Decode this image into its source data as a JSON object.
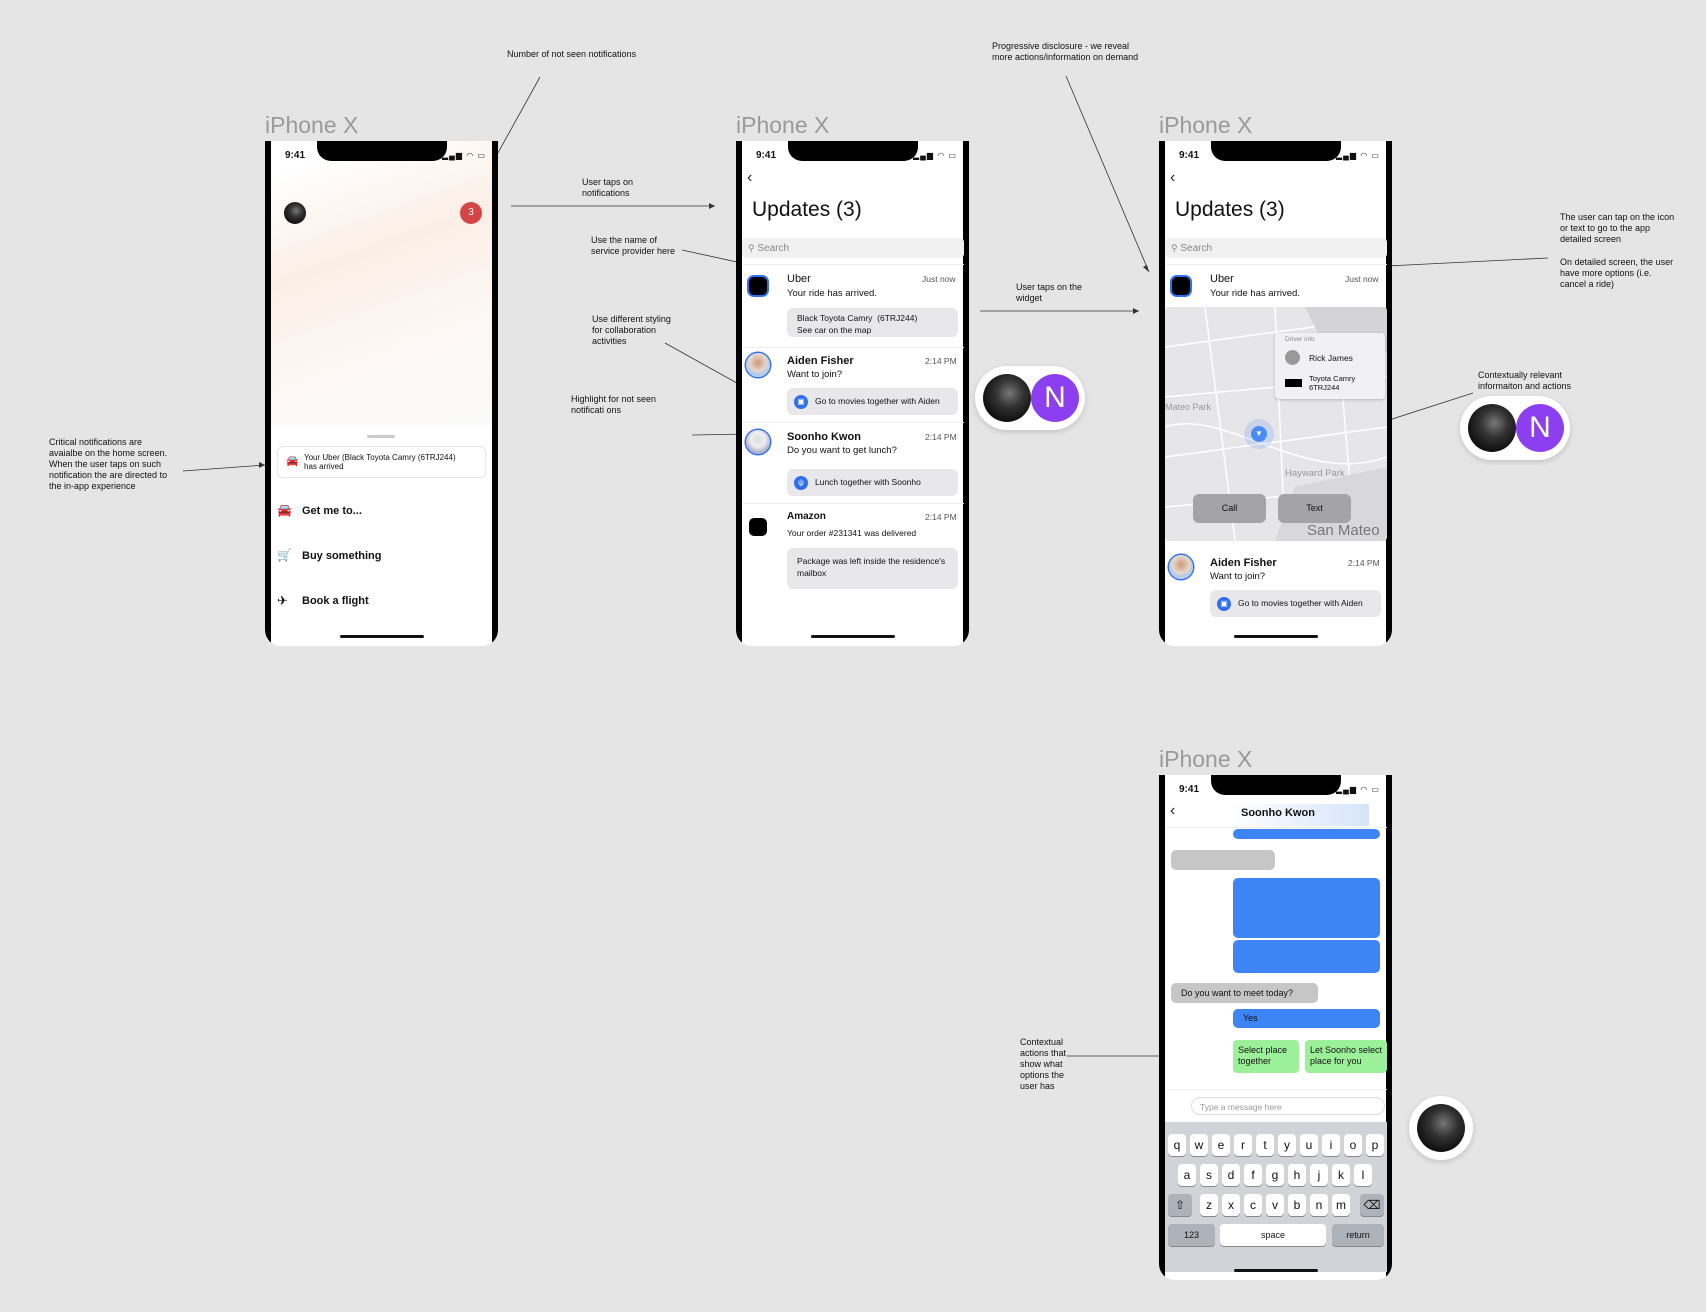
{
  "frame_label": "iPhone X",
  "status_time": "9:41",
  "annotations": {
    "unseen_count": "Number of not seen notifications",
    "taps_notifications": "User taps on\nnotifications",
    "provider_name": "Use the name of\nservice provider here",
    "different_styling": "Use different styling\nfor collaboration\nactivities",
    "highlight_unseen": "Highlight for not seen\nnotificati ons",
    "critical": "Critical notifications are\navaialbe on the home screen.\nWhen the user taps on such\nnotification the are directed to\nthe in-app experience",
    "progressive": "Progressive disclosure - we reveal\nmore actions/information on demand",
    "taps_widget": "User taps on the\nwidget",
    "tap_icon": "The user can tap on the icon\nor text to go to the app\ndetailed screen",
    "detailed_screen": "On detailed screen, the user\nhave more options (i.e.\ncancel a ride)",
    "contextual_info": "Contextually relevant\ninformaiton and actions",
    "contextual_actions": "Contextual\nactions that\nshow what\noptions the\nuser has"
  },
  "home": {
    "badge_count": "3",
    "notification": "Your Uber (Black Toyota Camry (6TRJ244)\nhas arrived",
    "actions": [
      {
        "label": "Get me to...",
        "icon": "car-icon"
      },
      {
        "label": "Buy something",
        "icon": "cart-icon"
      },
      {
        "label": "Book a flight",
        "icon": "plane-icon"
      }
    ]
  },
  "updates": {
    "title": "Updates  (3)",
    "search_placeholder": "Search",
    "items": [
      {
        "name": "Uber",
        "time": "Just now",
        "message": "Your ride has arrived.",
        "chip": "Black Toyota Camry  (6TRJ244)\nSee car on the map"
      },
      {
        "name": "Aiden Fisher",
        "time": "2:14 PM",
        "message": "Want to join?",
        "action": "Go to movies together with Aiden"
      },
      {
        "name": "Soonho Kwon",
        "time": "2:14 PM",
        "message": "Do you want to get lunch?",
        "action": "Lunch together with Soonho"
      },
      {
        "name": "Amazon",
        "time": "2:14 PM",
        "message": "Your order #231341 was delivered",
        "chip": "Package was left inside the residence's\nmailbox"
      }
    ]
  },
  "detail": {
    "driver_info_label": "Driver info",
    "driver_name": "Rick James",
    "car": "Toyota Camry\n6TRJ244",
    "map_labels": [
      "Mateo Park",
      "Hayward Park",
      "San Mateo"
    ],
    "call_label": "Call",
    "text_label": "Text"
  },
  "chat": {
    "contact": "Soonho Kwon",
    "question": "Do you want to meet today?",
    "reply": "Yes",
    "suggestions": [
      "Select place\ntogether",
      "Let Soonho select\nplace for you"
    ],
    "input_placeholder": "Type a message here",
    "keyboard_rows": [
      [
        "q",
        "w",
        "e",
        "r",
        "t",
        "y",
        "u",
        "i",
        "o",
        "p"
      ],
      [
        "a",
        "s",
        "d",
        "f",
        "g",
        "h",
        "j",
        "k",
        "l"
      ],
      [
        "z",
        "x",
        "c",
        "v",
        "b",
        "n",
        "m"
      ]
    ],
    "key_123": "123",
    "key_space": "space",
    "key_return": "return"
  },
  "assistant_letter": "N",
  "colors": {
    "accent": "#2d6ff0",
    "badge": "#d64545",
    "assistant": "#8b3ff0",
    "suggestion": "#9df09a"
  }
}
